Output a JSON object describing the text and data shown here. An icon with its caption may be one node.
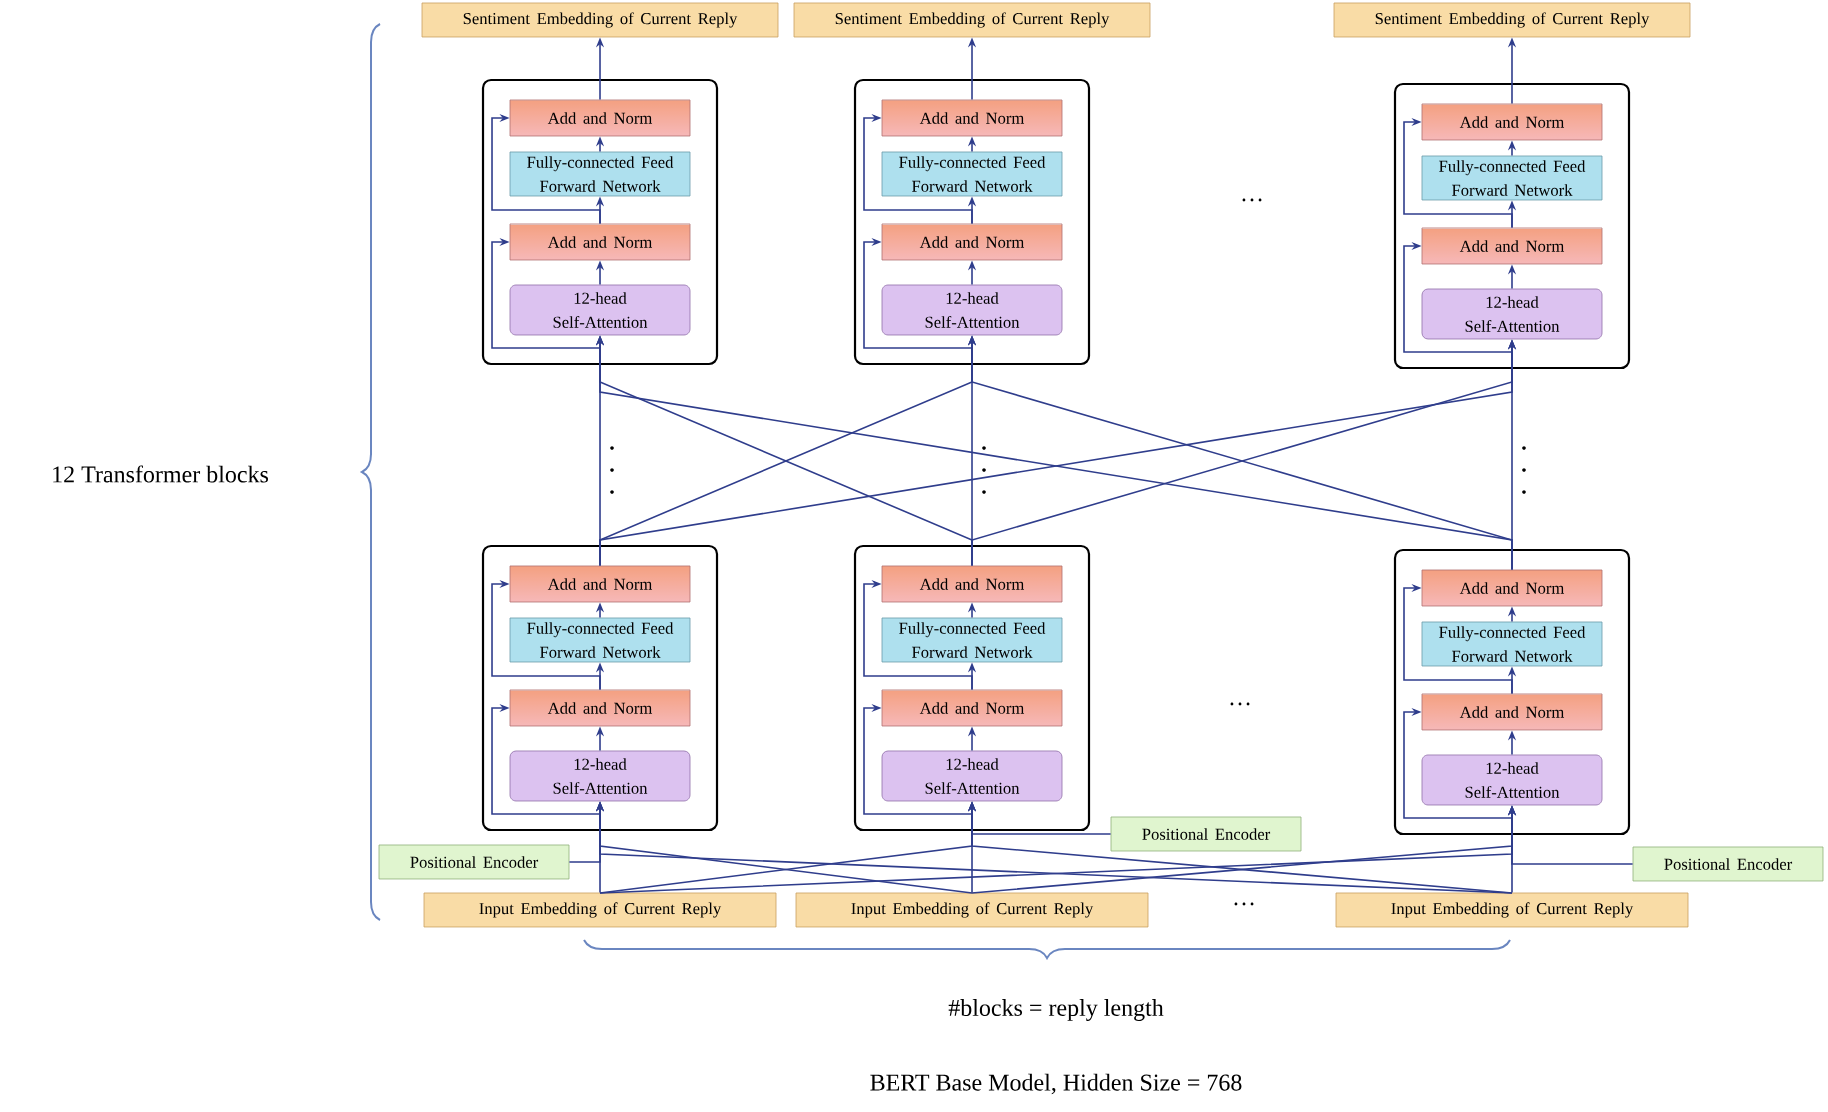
{
  "diagram": {
    "caption": "BERT Base Model, Hidden Size = 768",
    "nodes": [
      {
        "text": [
          "Sentiment Embedding of Current Reply"
        ]
      },
      {
        "text": [
          "Sentiment Embedding of Current Reply"
        ]
      },
      {
        "text": [
          "Sentiment Embedding of Current Reply"
        ]
      },
      {
        "text": [],
        "shape": "box"
      },
      {
        "text": [
          "Add and Norm"
        ],
        "in": 3
      },
      {
        "text": [
          "Fully-connected Feed Forward Network"
        ],
        "in": 3
      },
      {
        "text": [
          "Add and Norm"
        ],
        "in": 3
      },
      {
        "text": [
          "12-head Self-Attention"
        ],
        "in": 3
      },
      {
        "text": [],
        "shape": "box"
      },
      {
        "text": [
          "Add and Norm"
        ],
        "in": 8
      },
      {
        "text": [
          "Fully-connected Feed Forward Network"
        ],
        "in": 8
      },
      {
        "text": [
          "Add and Norm"
        ],
        "in": 8
      },
      {
        "text": [
          "12-head Self-Attention"
        ],
        "in": 8
      },
      {
        "text": [],
        "shape": "box"
      },
      {
        "text": [
          "Add and Norm"
        ],
        "in": 13
      },
      {
        "text": [
          "Fully-connected Feed Forward Network"
        ],
        "in": 13
      },
      {
        "text": [
          "Add and Norm"
        ],
        "in": 13
      },
      {
        "text": [
          "12-head Self-Attention"
        ],
        "in": 13
      },
      {
        "text": [],
        "shape": "box"
      },
      {
        "text": [
          "Add and Norm"
        ],
        "in": 18
      },
      {
        "text": [
          "Fully-connected Feed Forward Network"
        ],
        "in": 18
      },
      {
        "text": [
          "Add and Norm"
        ],
        "in": 18
      },
      {
        "text": [
          "12-head Self-Attention"
        ],
        "in": 18
      },
      {
        "text": [],
        "shape": "box"
      },
      {
        "text": [
          "Add and Norm"
        ],
        "in": 23
      },
      {
        "text": [
          "Fully-connected Feed Forward Network"
        ],
        "in": 23
      },
      {
        "text": [
          "Add and Norm"
        ],
        "in": 23
      },
      {
        "text": [
          "12-head Self-Attention"
        ],
        "in": 23
      },
      {
        "text": [],
        "shape": "box"
      },
      {
        "text": [
          "Add and Norm"
        ],
        "in": 28
      },
      {
        "text": [
          "Fully-connected Feed Forward Network"
        ],
        "in": 28
      },
      {
        "text": [
          "Add and Norm"
        ],
        "in": 28
      },
      {
        "text": [
          "12-head Self-Attention"
        ],
        "in": 28
      },
      {
        "text": [
          "Positional Encoder"
        ]
      },
      {
        "text": [
          "Positional Encoder"
        ]
      },
      {
        "text": [
          "Positional Encoder"
        ]
      },
      {
        "text": [
          "Input Embedding of Current Reply"
        ]
      },
      {
        "text": [
          "Input Embedding of Current Reply"
        ]
      },
      {
        "text": [
          "Input Embedding of Current Reply"
        ]
      }
    ],
    "edges": [
      {
        "from": 4,
        "to": 0,
        "arrow": "to"
      },
      {
        "from": 9,
        "to": 1,
        "arrow": "to"
      },
      {
        "from": 14,
        "to": 2,
        "arrow": "to"
      },
      {
        "from": 7,
        "to": 6,
        "arrow": "to"
      },
      {
        "from": 6,
        "to": 5,
        "arrow": "to"
      },
      {
        "from": 5,
        "to": 4,
        "arrow": "to"
      },
      {
        "from": 3,
        "to": 6,
        "arrow": "to"
      },
      {
        "from": 6,
        "to": 4,
        "arrow": "to"
      },
      {
        "from": 12,
        "to": 11,
        "arrow": "to"
      },
      {
        "from": 11,
        "to": 10,
        "arrow": "to"
      },
      {
        "from": 10,
        "to": 9,
        "arrow": "to"
      },
      {
        "from": 8,
        "to": 11,
        "arrow": "to"
      },
      {
        "from": 11,
        "to": 9,
        "arrow": "to"
      },
      {
        "from": 17,
        "to": 16,
        "arrow": "to"
      },
      {
        "from": 16,
        "to": 15,
        "arrow": "to"
      },
      {
        "from": 15,
        "to": 14,
        "arrow": "to"
      },
      {
        "from": 13,
        "to": 16,
        "arrow": "to"
      },
      {
        "from": 16,
        "to": 14,
        "arrow": "to"
      },
      {
        "from": 19,
        "to": 7,
        "arrow": "to"
      },
      {
        "from": 19,
        "to": 12,
        "arrow": "to"
      },
      {
        "from": 19,
        "to": 17,
        "arrow": "to"
      },
      {
        "from": 24,
        "to": 7,
        "arrow": "to"
      },
      {
        "from": 24,
        "to": 12,
        "arrow": "to"
      },
      {
        "from": 24,
        "to": 17,
        "arrow": "to"
      },
      {
        "from": 29,
        "to": 7,
        "arrow": "to"
      },
      {
        "from": 29,
        "to": 12,
        "arrow": "to"
      },
      {
        "from": 29,
        "to": 17,
        "arrow": "to"
      },
      {
        "from": 22,
        "to": 21,
        "arrow": "to"
      },
      {
        "from": 21,
        "to": 20,
        "arrow": "to"
      },
      {
        "from": 20,
        "to": 19,
        "arrow": "to"
      },
      {
        "from": 18,
        "to": 21,
        "arrow": "to"
      },
      {
        "from": 21,
        "to": 19,
        "arrow": "to"
      },
      {
        "from": 27,
        "to": 26,
        "arrow": "to"
      },
      {
        "from": 26,
        "to": 25,
        "arrow": "to"
      },
      {
        "from": 25,
        "to": 24,
        "arrow": "to"
      },
      {
        "from": 23,
        "to": 26,
        "arrow": "to"
      },
      {
        "from": 26,
        "to": 24,
        "arrow": "to"
      },
      {
        "from": 32,
        "to": 31,
        "arrow": "to"
      },
      {
        "from": 31,
        "to": 30,
        "arrow": "to"
      },
      {
        "from": 30,
        "to": 29,
        "arrow": "to"
      },
      {
        "from": 28,
        "to": 31,
        "arrow": "to"
      },
      {
        "from": 31,
        "to": 29,
        "arrow": "to"
      },
      {
        "from": 33,
        "to": 22,
        "arrow": "to"
      },
      {
        "from": 34,
        "to": 27,
        "arrow": "to"
      },
      {
        "from": 35,
        "to": 32,
        "arrow": "to"
      },
      {
        "from": 36,
        "to": 22,
        "arrow": "to"
      },
      {
        "from": 36,
        "to": 27,
        "arrow": "to"
      },
      {
        "from": 36,
        "to": 32,
        "arrow": "to"
      },
      {
        "from": 37,
        "to": 22,
        "arrow": "to"
      },
      {
        "from": 37,
        "to": 27,
        "arrow": "to"
      },
      {
        "from": 37,
        "to": 32,
        "arrow": "to"
      },
      {
        "from": 38,
        "to": 22,
        "arrow": "to"
      },
      {
        "from": 38,
        "to": 27,
        "arrow": "to"
      },
      {
        "from": 38,
        "to": 32,
        "arrow": "to"
      }
    ],
    "labels": [
      "…",
      "12 Transformer blocks",
      "…",
      "…",
      "#blocks = reply length"
    ]
  }
}
